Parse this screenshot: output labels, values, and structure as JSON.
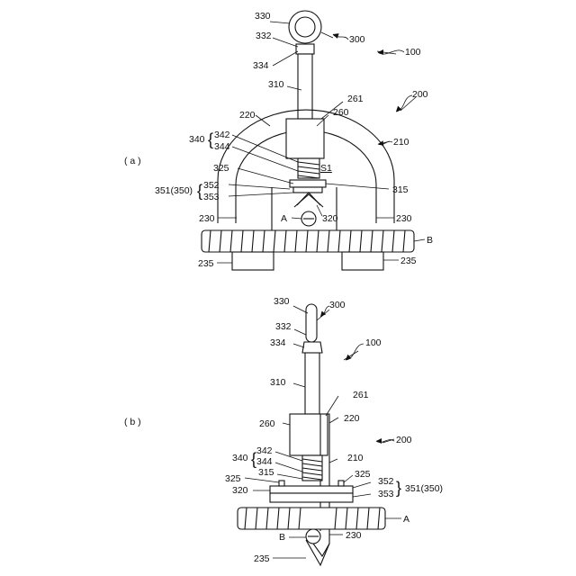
{
  "figure_a": {
    "view_label": "( a )",
    "labels": {
      "l330": "330",
      "l332": "332",
      "l300": "300",
      "l334": "334",
      "l100": "100",
      "l310": "310",
      "l261": "261",
      "l200": "200",
      "l220": "220",
      "l260": "260",
      "l340": "340",
      "l342": "342",
      "l344": "344",
      "l210": "210",
      "lS1": "S1",
      "l325": "325",
      "l315": "315",
      "l351": "351(350)",
      "l352": "352",
      "l353": "353",
      "l320": "320",
      "l230L": "230",
      "lA": "A",
      "l230R": "230",
      "lB": "B",
      "l235L": "235",
      "l235R": "235"
    }
  },
  "figure_b": {
    "view_label": "( b )",
    "labels": {
      "l330": "330",
      "l300": "300",
      "l332": "332",
      "l334": "334",
      "l100": "100",
      "l310": "310",
      "l261": "261",
      "l260": "260",
      "l220": "220",
      "l200": "200",
      "l340": "340",
      "l342": "342",
      "l344": "344",
      "l210": "210",
      "l325L": "325",
      "l315": "315",
      "l325R": "325",
      "l320": "320",
      "l352": "352",
      "l351": "351(350)",
      "l353": "353",
      "lA": "A",
      "lB": "B",
      "l230": "230",
      "l235": "235"
    }
  },
  "colors": {
    "line": "#111111",
    "background": "#ffffff"
  }
}
